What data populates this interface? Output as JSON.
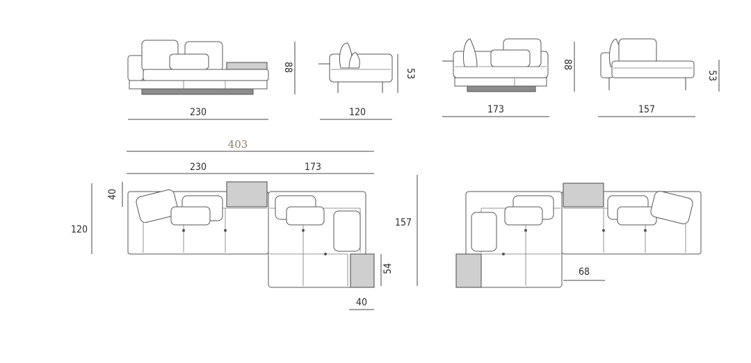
{
  "colors": {
    "line": "#444444",
    "table_fill": "#cfcfcf",
    "base_fill": "#8c8c8c",
    "total_label": "#8a7d6a"
  },
  "side_views": {
    "sofa_230": {
      "width": "230",
      "height": "88"
    },
    "chaise_120": {
      "width": "120",
      "height": "53"
    },
    "sofa_173": {
      "width": "173",
      "height": "88"
    },
    "chaise_157": {
      "width": "157",
      "height": "53"
    }
  },
  "plan_left": {
    "overall": "403",
    "segment_a": "230",
    "segment_b": "173",
    "table_depth": "40",
    "sofa_depth": "120",
    "total_depth": "157",
    "side_table_height": "54",
    "side_table_width": "40"
  },
  "plan_right": {
    "chaise_offset": "68"
  }
}
